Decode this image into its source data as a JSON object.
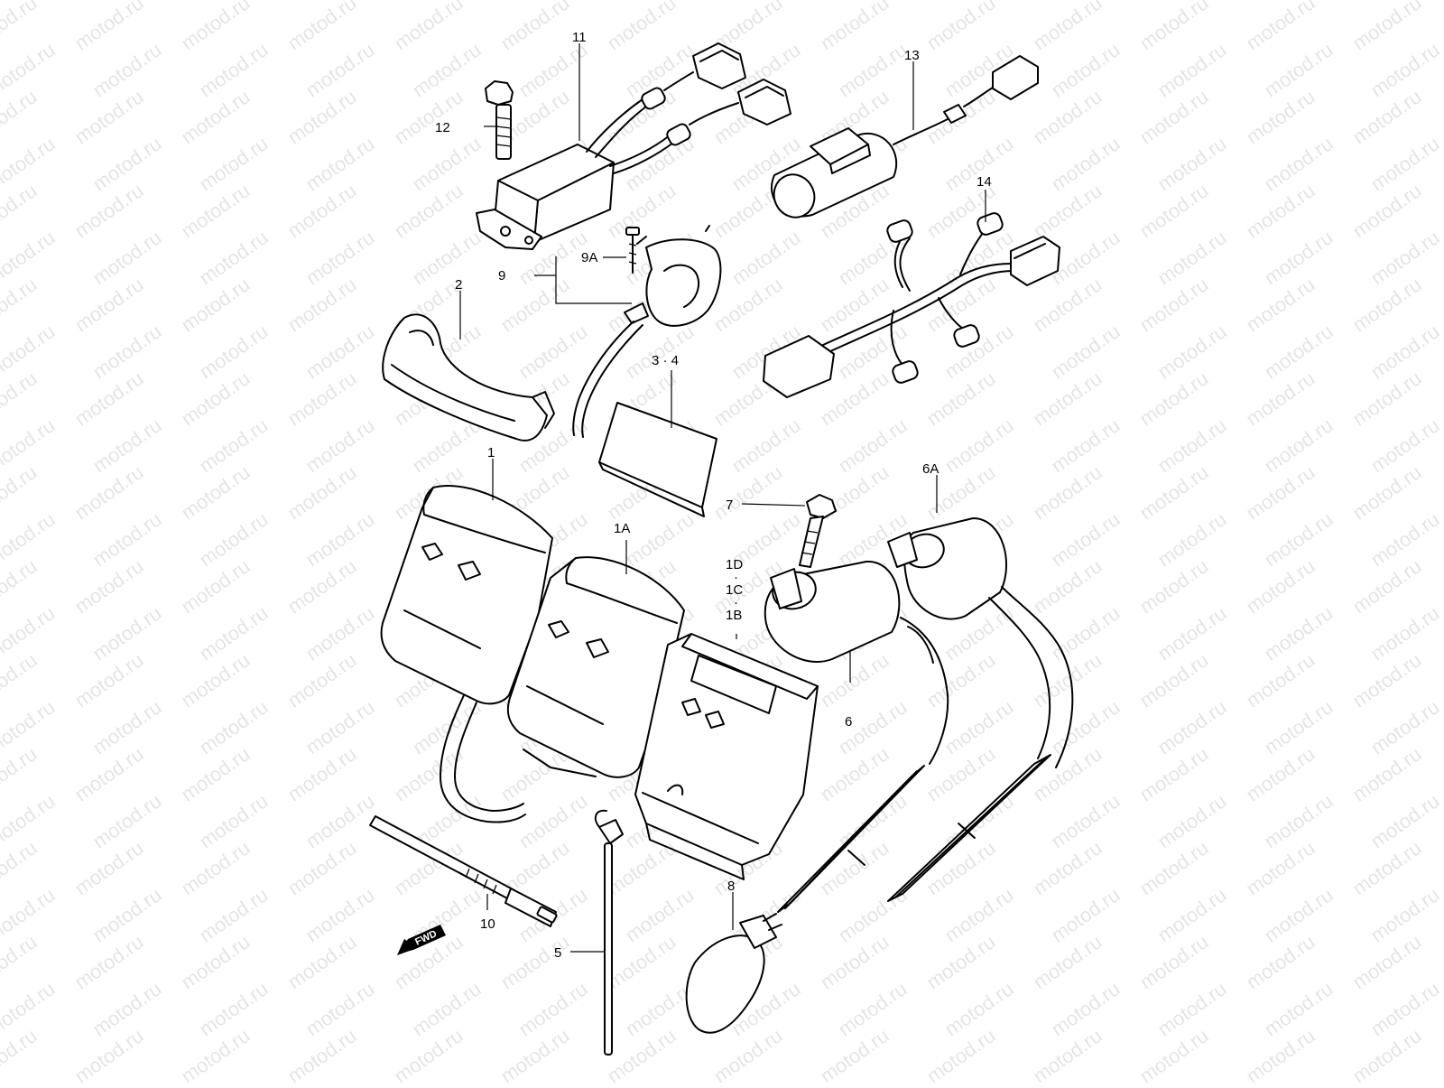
{
  "watermark": "motod.ru",
  "direction_badge": "FWD",
  "callouts": {
    "c1": "1",
    "c1A": "1A",
    "c1BCD_top": "1D",
    "c1BCD_dot1": "·",
    "c1BCD_mid": "1C",
    "c1BCD_dot2": "·",
    "c1BCD_bot": "1B",
    "c2": "2",
    "c3_4": "3 · 4",
    "c5": "5",
    "c6": "6",
    "c6A": "6A",
    "c7": "7",
    "c8": "8",
    "c9": "9",
    "c9A": "9A",
    "c10": "10",
    "c11": "11",
    "c12": "12",
    "c13": "13",
    "c14": "14"
  }
}
